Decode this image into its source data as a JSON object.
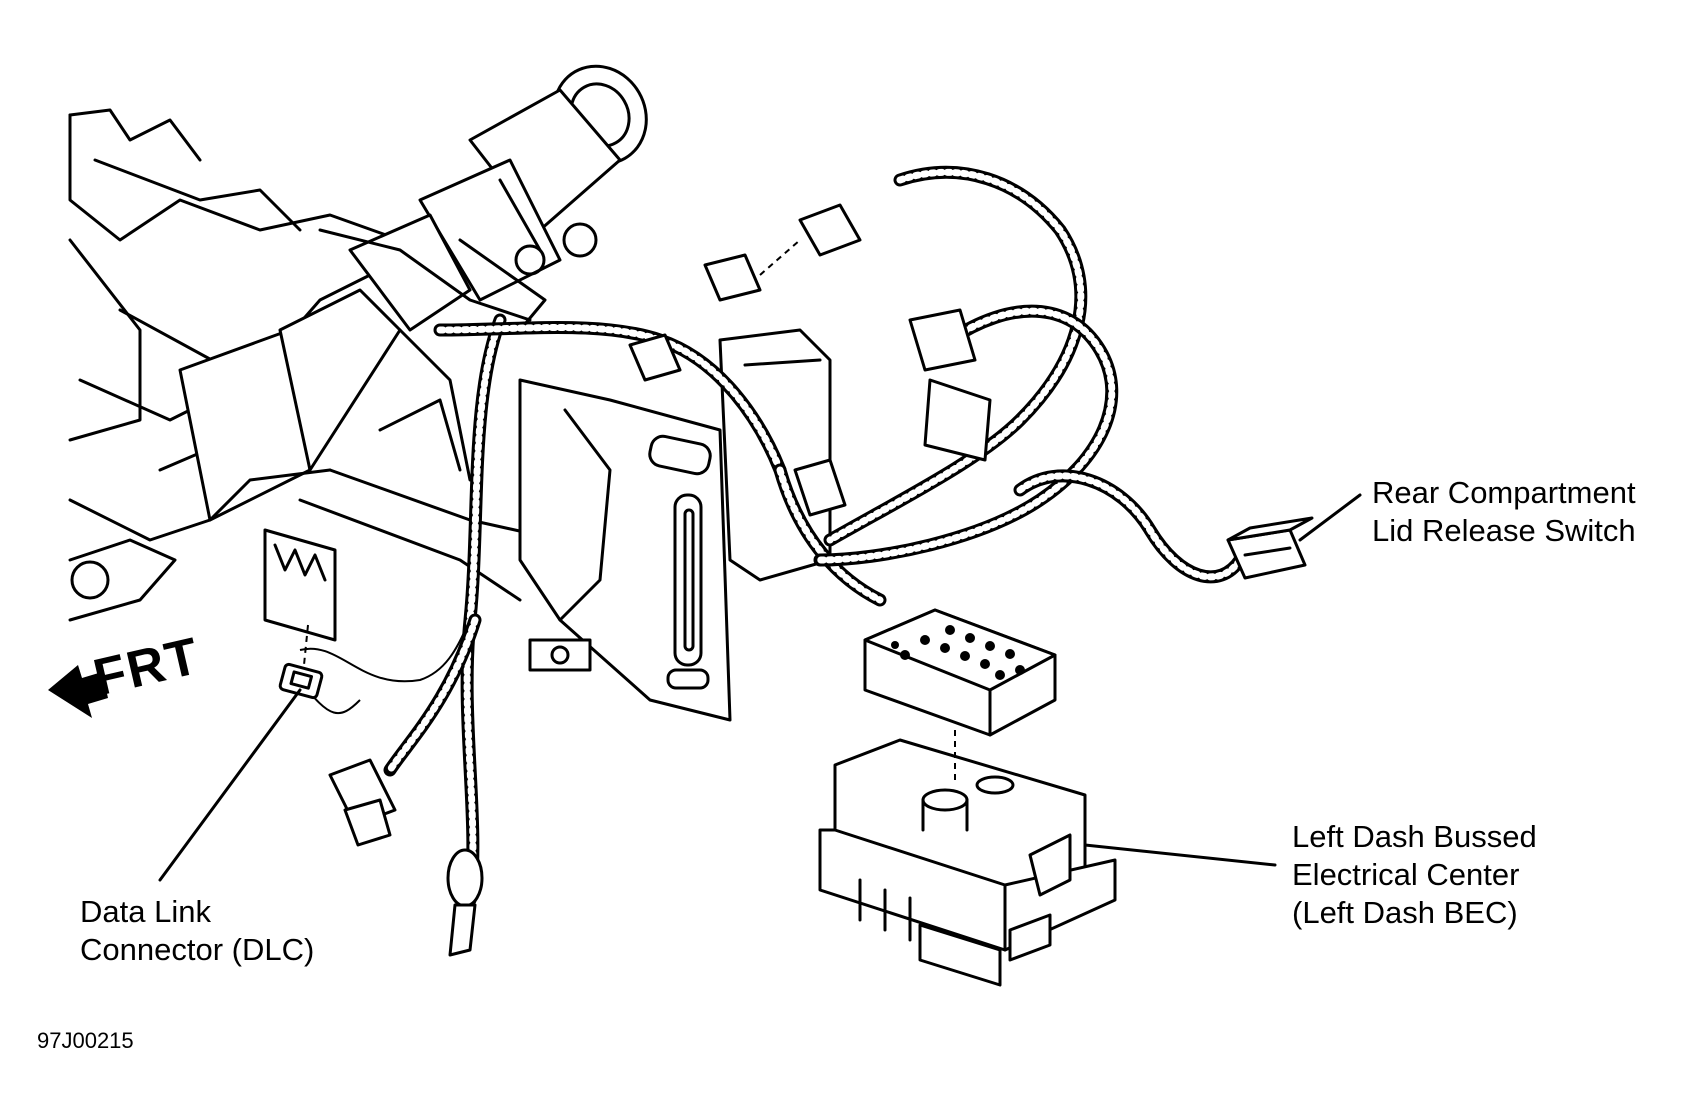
{
  "labels": {
    "rear_switch": [
      "Rear Compartment",
      "Lid Release Switch"
    ],
    "dlc": [
      "Data Link",
      "Connector (DLC)"
    ],
    "bec": [
      "Left Dash Bussed",
      "Electrical Center",
      "(Left Dash BEC)"
    ],
    "front_arrow": "FRT"
  },
  "figure_id": "97J00215",
  "icons": [
    "front-direction-arrow-icon"
  ]
}
